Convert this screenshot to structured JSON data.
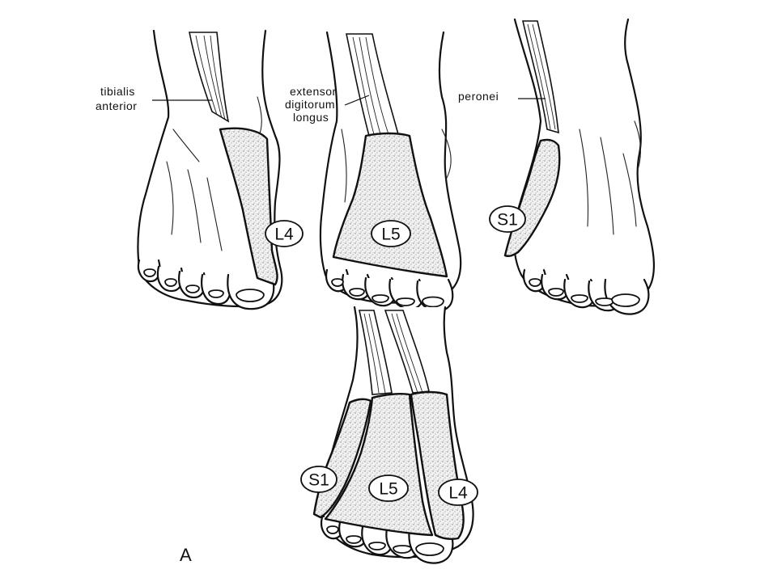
{
  "figure": {
    "panel_letter": "A",
    "muscle_labels": {
      "tibialis_line1": "tibialis",
      "tibialis_line2": "anterior",
      "extensor_line1": "extensor",
      "extensor_line2": "digitorum",
      "extensor_line3": "longus",
      "peronei": "peronei"
    },
    "dermatome_labels": {
      "foot1": "L4",
      "foot2": "L5",
      "foot3": "S1",
      "combined_s1": "S1",
      "combined_l5": "L5",
      "combined_l4": "L4"
    }
  }
}
